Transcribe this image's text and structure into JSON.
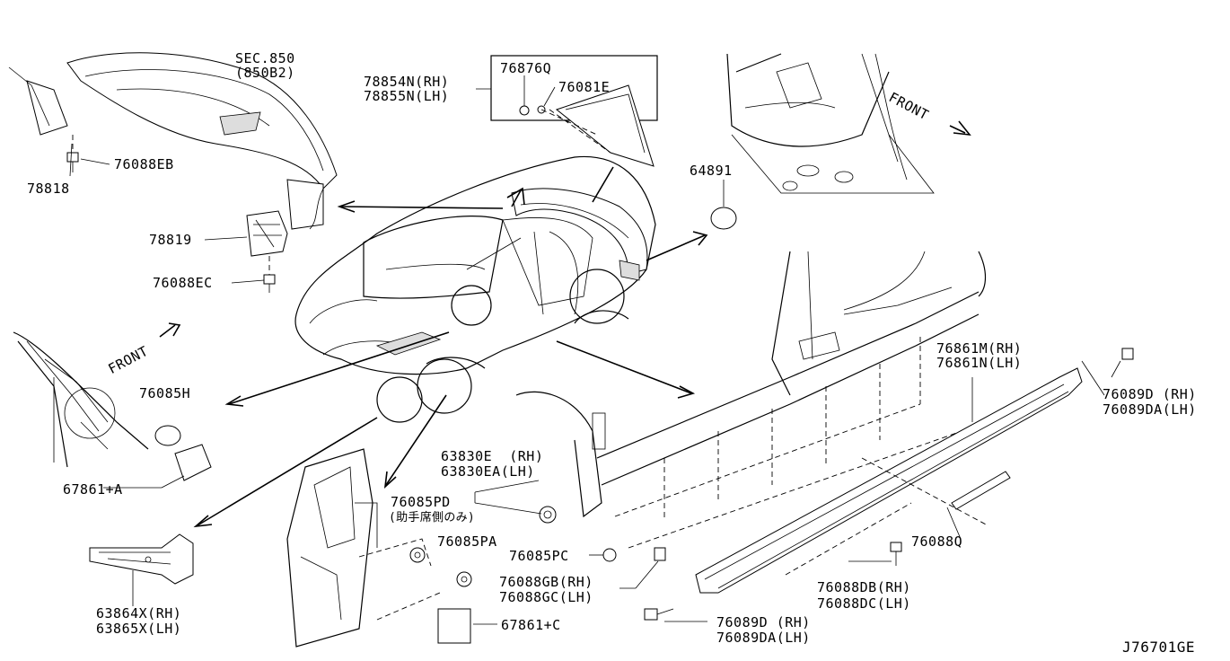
{
  "diagram_id": "J76701GE",
  "labels": {
    "sec850": "SEC.850",
    "sec850_sub": "(850B2)",
    "p78854": "78854N(RH)",
    "p78855": "78855N(LH)",
    "p76876": "76876Q",
    "p76081": "76081E",
    "p64891": "64891",
    "front_top": "FRONT",
    "front_left": "FRONT",
    "p78818": "78818",
    "p76088EB": "76088EB",
    "p78819": "78819",
    "p76088EC": "76088EC",
    "p76085H": "76085H",
    "p67861A": "67861+A",
    "p76861M": "76861M(RH)",
    "p76861N": "76861N(LH)",
    "p76089D_top": "76089D (RH)",
    "p76089DA_top": "76089DA(LH)",
    "p63830E": "63830E  (RH)",
    "p63830EA": "63830EA(LH)",
    "p76085PD": "76085PD",
    "p76085PD_note": "(助手席側のみ)",
    "p76085PA": "76085PA",
    "p76085PC": "76085PC",
    "p76088GB": "76088GB(RH)",
    "p76088GC": "76088GC(LH)",
    "p76088Q": "76088Q",
    "p76088DB": "76088DB(RH)",
    "p76088DC": "76088DC(LH)",
    "p76089D_bot": "76089D (RH)",
    "p76089DA_bot": "76089DA(LH)",
    "p63864X": "63864X(RH)",
    "p63865X": "63865X(LH)",
    "p67861C": "67861+C"
  }
}
